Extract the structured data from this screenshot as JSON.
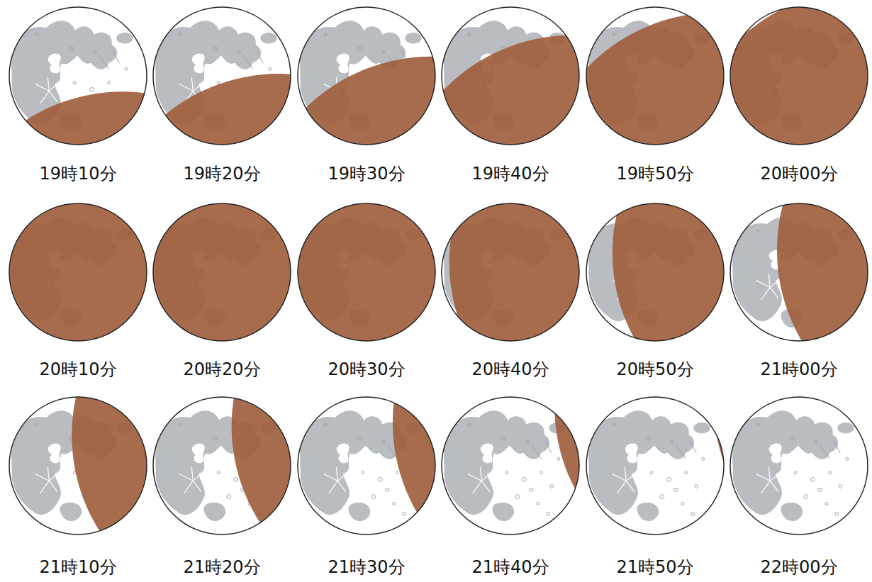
{
  "diagram": {
    "labels": [
      "19時10分",
      "19時20分",
      "19時30分",
      "19時40分",
      "19時50分",
      "20時00分",
      "20時10分",
      "20時20分",
      "20時30分",
      "20時40分",
      "20時50分",
      "21時00分",
      "21時10分",
      "21時20分",
      "21時30分",
      "21時40分",
      "21時50分",
      "22時00分"
    ]
  }
}
